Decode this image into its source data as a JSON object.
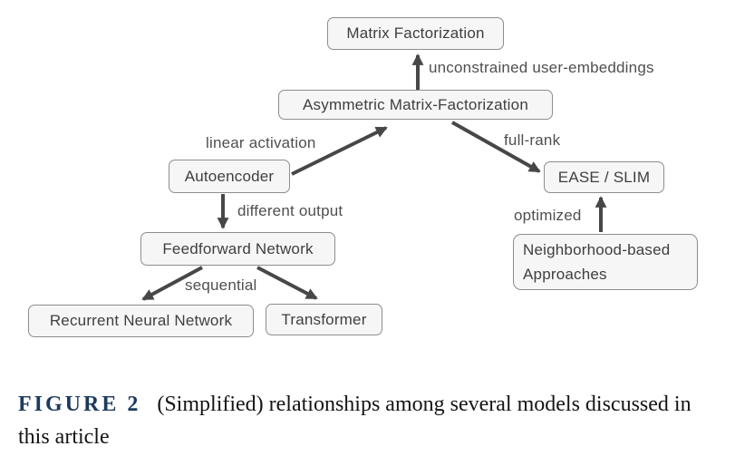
{
  "diagram": {
    "nodes": {
      "matrix_factorization": "Matrix Factorization",
      "asymmetric_mf": "Asymmetric Matrix-Factorization",
      "autoencoder": "Autoencoder",
      "ease_slim": "EASE / SLIM",
      "feedforward": "Feedforward Network",
      "neighborhood_line1": "Neighborhood-based",
      "neighborhood_line2": "Approaches",
      "rnn": "Recurrent Neural Network",
      "transformer": "Transformer"
    },
    "edge_labels": {
      "unconstrained": "unconstrained user-embeddings",
      "linear_activation": "linear activation",
      "full_rank": "full-rank",
      "different_output": "different output",
      "optimized": "optimized",
      "sequential": "sequential"
    }
  },
  "caption": {
    "label": "FIGURE 2",
    "text": "(Simplified) relationships among several models discussed in this article"
  },
  "colors": {
    "node_fill": "#f6f6f6",
    "node_border": "#8d8d8d",
    "node_text": "#3f3f3f",
    "label_text": "#4f4f4f",
    "arrow": "#474747",
    "caption_label": "#1c3a5e"
  }
}
